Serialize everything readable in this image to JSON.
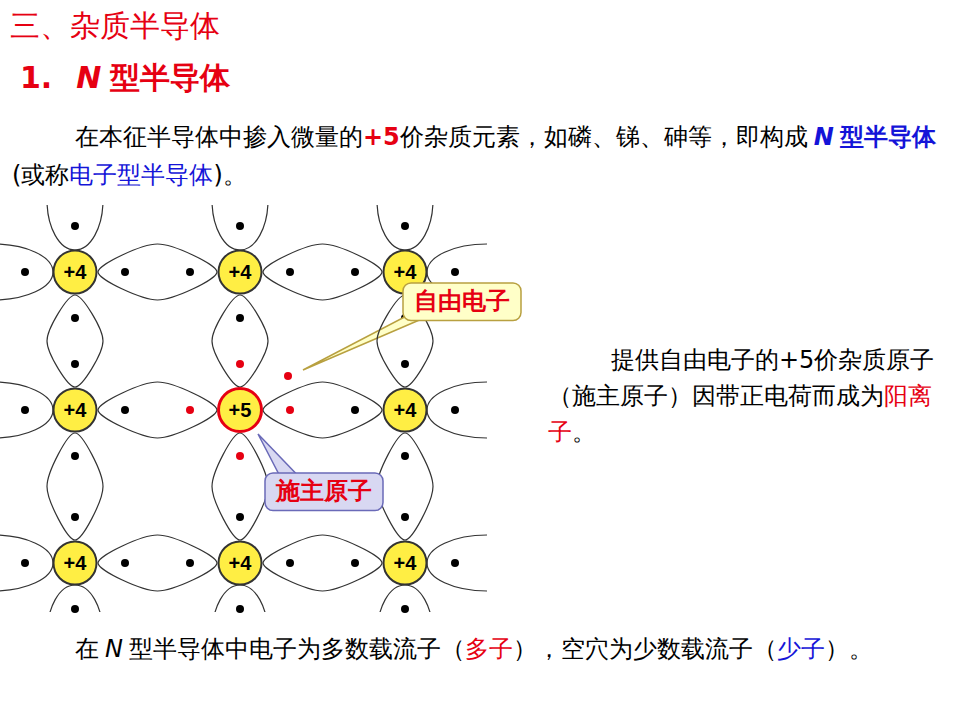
{
  "diagram": {
    "title": "三、杂质半导体",
    "nodes": [
      {
        "text": [
          "+4"
        ]
      },
      {
        "text": [
          "+4"
        ]
      },
      {
        "text": [
          "+4"
        ]
      },
      {
        "text": [
          "自由电子"
        ]
      },
      {
        "text": [
          "+4"
        ]
      },
      {
        "text": [
          "+5"
        ]
      },
      {
        "text": [
          "+4"
        ]
      },
      {
        "text": [
          "施主原子"
        ]
      },
      {
        "text": [
          "+4"
        ]
      },
      {
        "text": [
          "+4"
        ]
      },
      {
        "text": [
          "+4"
        ]
      }
    ],
    "edges": [
      {
        "from": 0,
        "to": 1,
        "arrow": "none"
      },
      {
        "from": 1,
        "to": 2,
        "arrow": "none"
      },
      {
        "from": 4,
        "to": 5,
        "arrow": "none"
      },
      {
        "from": 5,
        "to": 6,
        "arrow": "none"
      },
      {
        "from": 8,
        "to": 9,
        "arrow": "none"
      },
      {
        "from": 9,
        "to": 10,
        "arrow": "none"
      },
      {
        "from": 0,
        "to": 4,
        "arrow": "none"
      },
      {
        "from": 1,
        "to": 5,
        "arrow": "none"
      },
      {
        "from": 2,
        "to": 6,
        "arrow": "none"
      },
      {
        "from": 4,
        "to": 8,
        "arrow": "none"
      },
      {
        "from": 5,
        "to": 9,
        "arrow": "none"
      },
      {
        "from": 6,
        "to": 10,
        "arrow": "none"
      }
    ],
    "labels": [
      "1.",
      "N",
      "型半导体",
      "在本征半导体中掺入微量的",
      "+5",
      "价杂质元素，如磷、锑、砷等，即构成",
      "N",
      "型半导体",
      "(或称",
      "电子型半导体",
      ")。",
      "提供自由电子的+5价杂质原子（施主原子）因带正电荷而成为",
      "阳离子",
      "。",
      "在",
      "N",
      "型半导体中电子为多数载流子（",
      "多子",
      "），空穴为少数载流子（",
      "少子",
      "）。"
    ]
  }
}
